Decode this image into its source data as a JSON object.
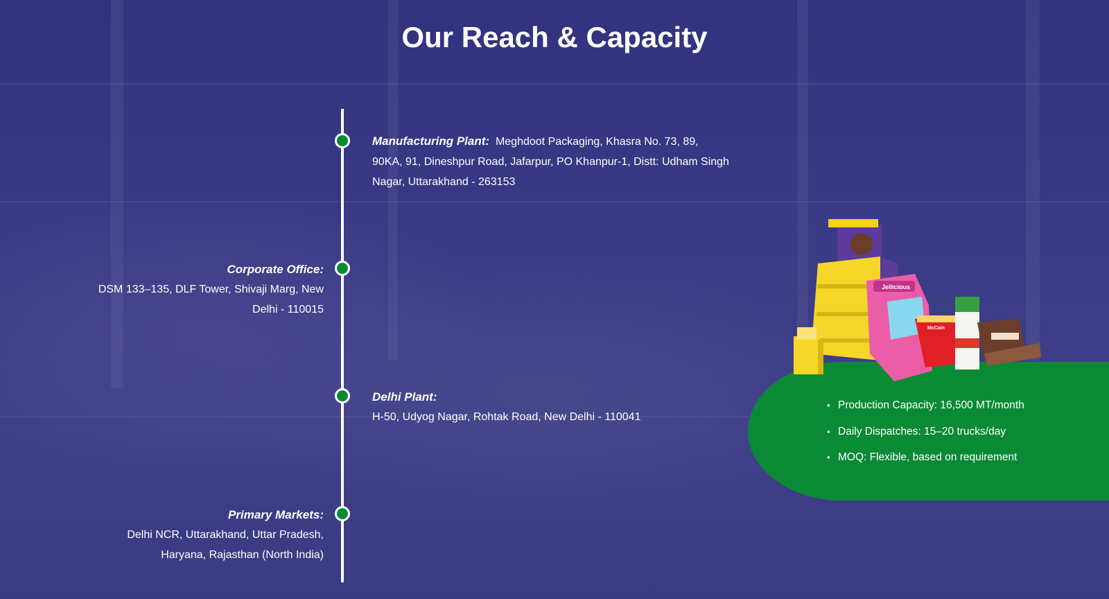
{
  "title": "Our Reach & Capacity",
  "timeline": {
    "manufacturing": {
      "label": "Manufacturing Plant:",
      "line1": "Meghdoot Packaging, Khasra No. 73, 89,",
      "line2": "90KA, 91, Dineshpur Road, Jafarpur, PO Khanpur-1, Distt: Udham Singh",
      "line3": "Nagar, Uttarakhand - 263153"
    },
    "corporate": {
      "label": "Corporate Office:",
      "line1": "DSM 133–135, DLF Tower, Shivaji Marg, New",
      "line2": "Delhi - 110015"
    },
    "delhi": {
      "label": "Delhi Plant:",
      "line1": "H-50, Udyog Nagar, Rohtak Road, New Delhi - 110041"
    },
    "markets": {
      "label": "Primary Markets:",
      "line1": "Delhi NCR, Uttarakhand, Uttar Pradesh,",
      "line2": "Haryana, Rajasthan (North India)"
    }
  },
  "capacity": [
    "Production Capacity: 16,500 MT/month",
    "Daily Dispatches: 15–20 trucks/day",
    "MOQ: Flexible, based on requirement"
  ],
  "product_labels": {
    "jelly": "Jellicious",
    "mccain": "McCain"
  },
  "colors": {
    "background": "#3a3a86",
    "accent_green": "#0b8a35",
    "text": "#ffffff"
  }
}
